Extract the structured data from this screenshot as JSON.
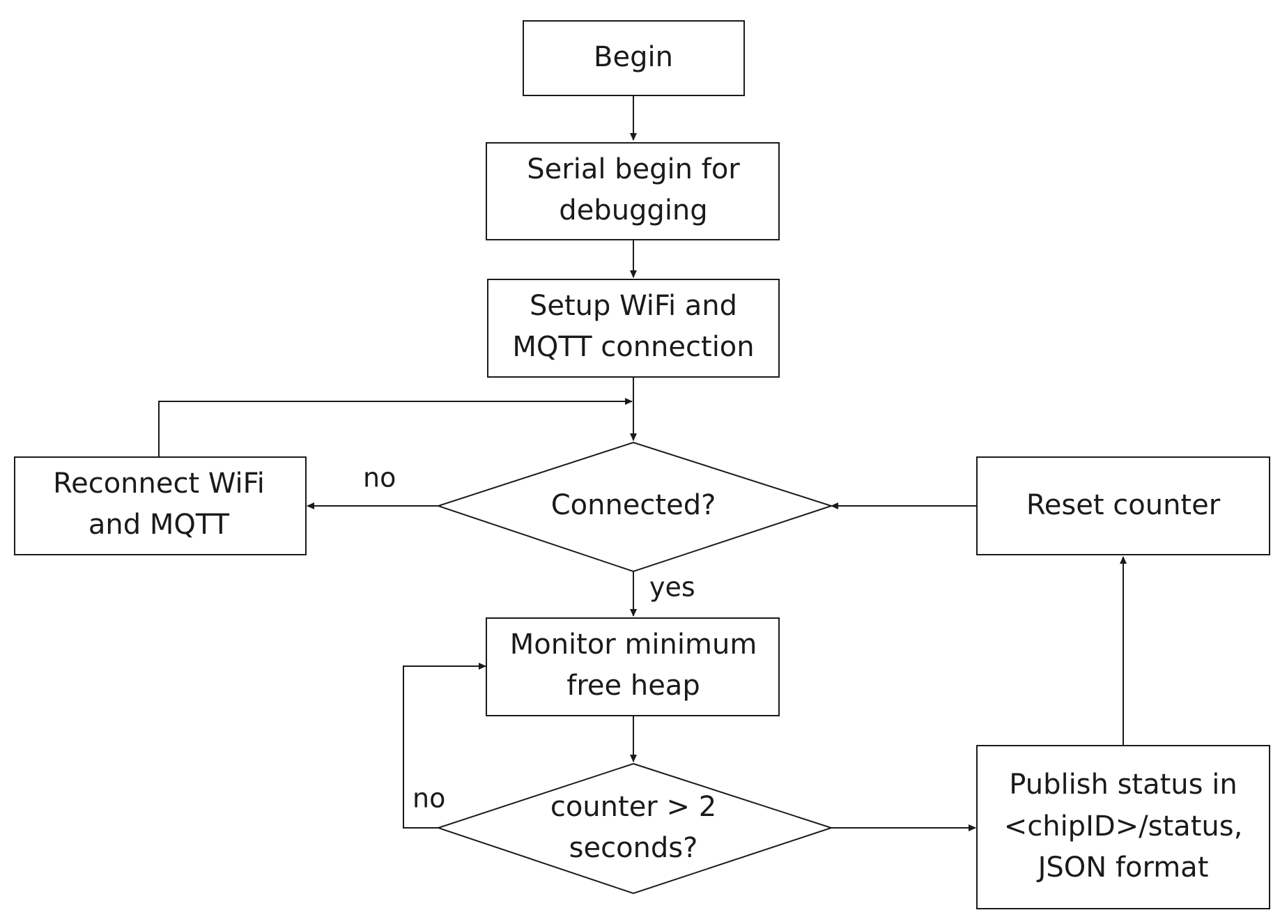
{
  "nodes": {
    "begin": {
      "label": "Begin"
    },
    "serial": {
      "line1": "Serial begin for",
      "line2": "debugging"
    },
    "setup": {
      "line1": "Setup WiFi and",
      "line2": "MQTT connection"
    },
    "connected": {
      "label": "Connected?"
    },
    "reconnect": {
      "line1": "Reconnect WiFi",
      "line2": "and MQTT"
    },
    "reset": {
      "label": "Reset counter"
    },
    "monitor": {
      "line1": "Monitor minimum",
      "line2": "free heap"
    },
    "counter": {
      "line1": "counter > 2",
      "line2": "seconds?"
    },
    "publish": {
      "line1": "Publish status in",
      "line2": "<chipID>/status,",
      "line3": "JSON format"
    }
  },
  "edge_labels": {
    "connected_no": "no",
    "connected_yes": "yes",
    "counter_no": "no"
  }
}
